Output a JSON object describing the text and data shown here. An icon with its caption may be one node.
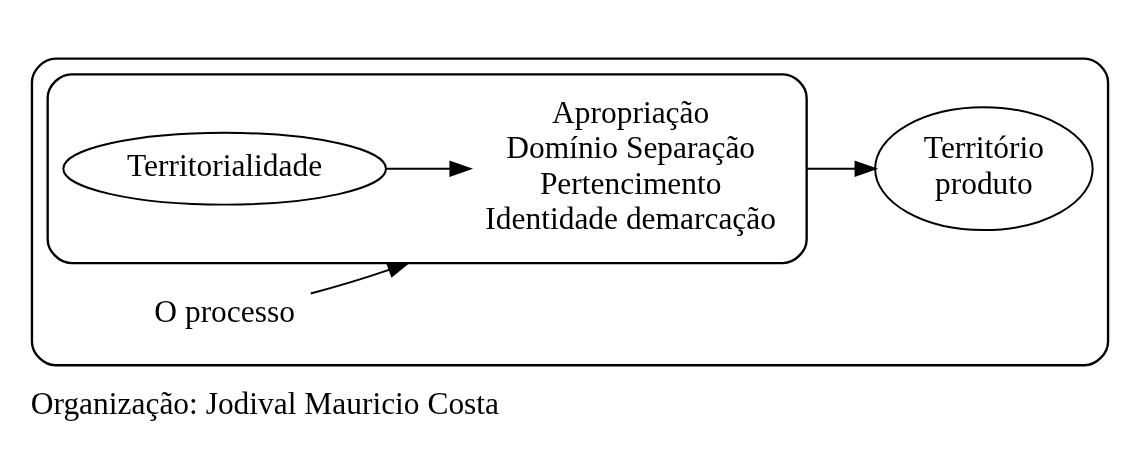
{
  "diagram": {
    "caption": "Organização: Jodival Mauricio Costa",
    "nodes": [
      {
        "text": [],
        "shape": "ellipse"
      },
      {
        "text": [],
        "shape": "ellipse",
        "in": 0
      },
      {
        "text": [
          "Territorialidade"
        ],
        "in": 1
      },
      {
        "text": [
          "Apropriação",
          "Domínio Separação",
          "Pertencimento",
          "Identidade demarcação"
        ],
        "in": 1
      },
      {
        "text": [
          "Território",
          "produto"
        ],
        "in": 0
      },
      {
        "text": [
          "O processo"
        ],
        "in": 0
      }
    ],
    "edges": [
      {
        "from": 2,
        "to": 3,
        "arrow": "to"
      },
      {
        "from": 1,
        "to": 4,
        "arrow": "to"
      },
      {
        "from": 5,
        "to": 1,
        "arrow": "to"
      }
    ]
  }
}
